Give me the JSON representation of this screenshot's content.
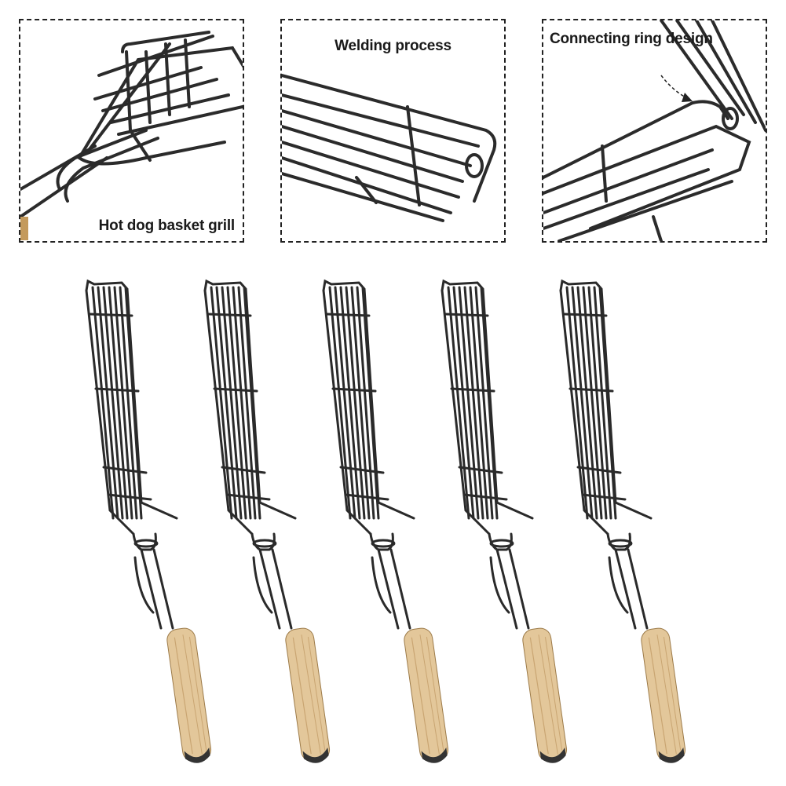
{
  "panels": [
    {
      "caption": "Hot dog basket grill"
    },
    {
      "caption": "Welding process"
    },
    {
      "caption": "Connecting ring design"
    }
  ],
  "products": {
    "count": 5
  },
  "colors": {
    "wire": "#2a2a2a",
    "wood": "#e3c79a",
    "wood_grain": "#c9a572",
    "border": "#222222"
  },
  "icons": [
    "dashed-arrow-icon"
  ]
}
